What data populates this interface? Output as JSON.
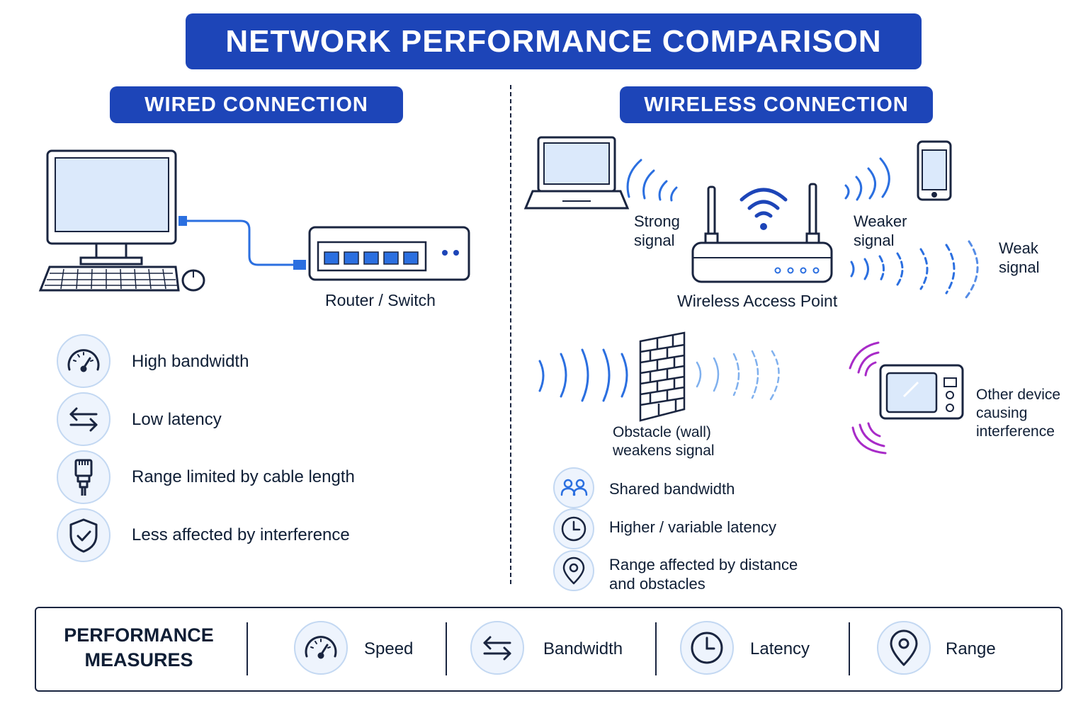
{
  "title": "NETWORK PERFORMANCE COMPARISON",
  "wired": {
    "heading": "WIRED CONNECTION",
    "router_label": "Router / Switch",
    "features": [
      {
        "icon": "speedometer-icon",
        "text": "High bandwidth"
      },
      {
        "icon": "arrows-exchange-icon",
        "text": "Low latency"
      },
      {
        "icon": "ethernet-plug-icon",
        "text": "Range limited by cable length"
      },
      {
        "icon": "shield-check-icon",
        "text": "Less affected by interference"
      }
    ]
  },
  "wireless": {
    "heading": "WIRELESS CONNECTION",
    "strong_signal": "Strong\nsignal",
    "weaker_signal": "Weaker\nsignal",
    "weak_signal": "Weak\nsignal",
    "access_point_label": "Wireless Access Point",
    "obstacle_label": "Obstacle (wall)\nweakens signal",
    "interference_label": "Other device\ncausing\ninterference",
    "features": [
      {
        "icon": "users-icon",
        "text": "Shared bandwidth"
      },
      {
        "icon": "clock-icon",
        "text": "Higher / variable latency"
      },
      {
        "icon": "location-pin-icon",
        "text": "Range affected by distance\nand obstacles"
      }
    ]
  },
  "performance": {
    "title": "PERFORMANCE\nMEASURES",
    "measures": [
      {
        "icon": "speedometer-icon",
        "label": "Speed"
      },
      {
        "icon": "arrows-exchange-icon",
        "label": "Bandwidth"
      },
      {
        "icon": "clock-icon",
        "label": "Latency"
      },
      {
        "icon": "location-pin-icon",
        "label": "Range"
      }
    ]
  },
  "colors": {
    "banner": "#1d45b8",
    "signal_blue": "#2b6fe0",
    "interference_magenta": "#a82bc8",
    "outline": "#1a2540",
    "screen_fill": "#dbe9fb"
  }
}
